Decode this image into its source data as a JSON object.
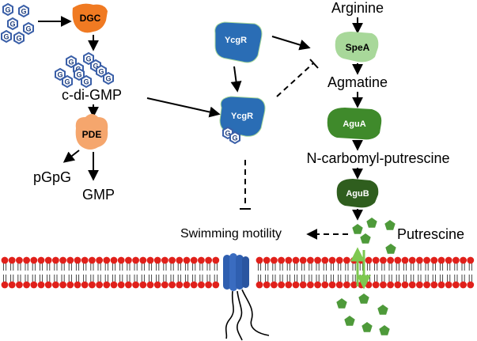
{
  "labels": {
    "dgc": "DGC",
    "cdigmp": "c-di-GMP",
    "pde": "PDE",
    "pgpg": "pGpG",
    "gmp": "GMP",
    "ycgr_free": "YcgR",
    "ycgr_bound": "YcgR",
    "arginine": "Arginine",
    "spea": "SpeA",
    "agmatine": "Agmatine",
    "agua": "AguA",
    "ncp": "N-carbomyl-putrescine",
    "agub": "AguB",
    "putrescine": "Putrescine",
    "motility": "Swimming motility"
  },
  "colors": {
    "dgc": "#f07a22",
    "pde": "#f5a66d",
    "ycgr": "#2a6db5",
    "spea": "#a8d89a",
    "agua": "#3f8a2b",
    "agub": "#2f5e1e",
    "putrescine_molecule": "#4e9a3a",
    "gtp_molecule": "#3a5fa8",
    "membrane_head": "#e0201a",
    "channel": "#2f5fb0",
    "transport_arrow": "#7ec850"
  },
  "icons": {
    "gtp": "hexagon-g-icon",
    "cdigmp": "linked-hexagon-icon",
    "putrescine": "pentagon-icon",
    "flagellar_motor": "channel-icon",
    "flagellum": "flagellum-icon"
  }
}
